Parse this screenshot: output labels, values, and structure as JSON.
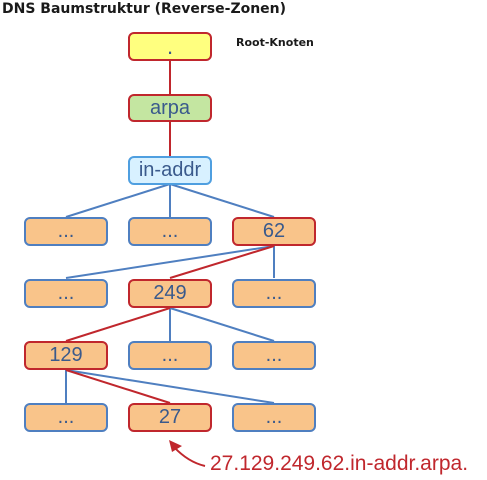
{
  "title": "DNS Baumstruktur (Reverse-Zonen)",
  "root_label": "Root-Knoten",
  "nodes": {
    "root": ".",
    "arpa": "arpa",
    "inaddr": "in-addr",
    "l1_a": "...",
    "l1_b": "...",
    "l1_62": "62",
    "l2_a": "...",
    "l2_249": "249",
    "l2_c": "...",
    "l3_129": "129",
    "l3_b": "...",
    "l3_c": "...",
    "l4_a": "...",
    "l4_27": "27",
    "l4_c": "..."
  },
  "result": "27.129.249.62.in-addr.arpa.",
  "colors": {
    "path": "#c0272d",
    "edge": "#4f7fc0",
    "node_fill": "#f9c48a",
    "root_fill": "#ffff7f",
    "arpa_fill": "#c4e6a1",
    "inaddr_fill": "#d8f1ff"
  }
}
